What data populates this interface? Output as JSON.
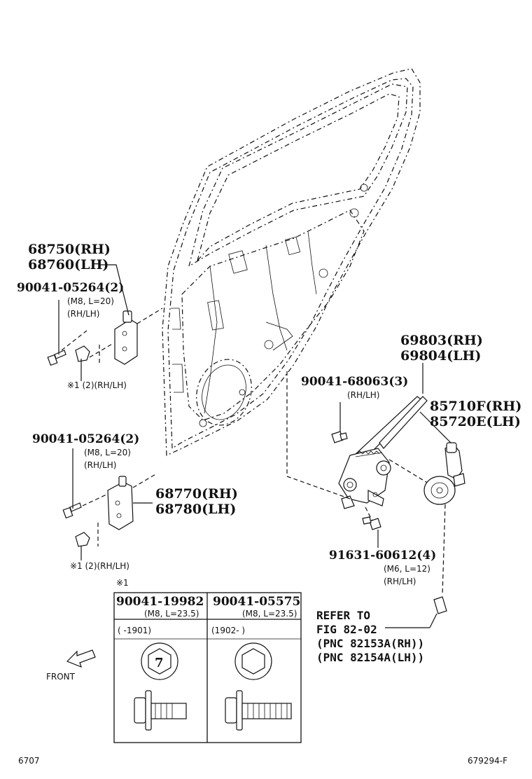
{
  "labels": {
    "hinge_upper_rh": "68750(RH)",
    "hinge_upper_lh": "68760(LH)",
    "bolt_upper": "90041-05264(2)",
    "bolt_upper_spec": "(M8, L=20)",
    "bolt_upper_side": "(RH/LH)",
    "note_upper": "※1 (2)(RH/LH)",
    "bolt_lower": "90041-05264(2)",
    "bolt_lower_spec": "(M8, L=20)",
    "bolt_lower_side": "(RH/LH)",
    "hinge_lower_rh": "68770(RH)",
    "hinge_lower_lh": "68780(LH)",
    "note_lower": "※1 (2)(RH/LH)",
    "regulator_rh": "69803(RH)",
    "regulator_lh": "69804(LH)",
    "bolt_reg": "90041-68063(3)",
    "bolt_reg_side": "(RH/LH)",
    "motor_rh": "85710F(RH)",
    "motor_lh": "85720E(LH)",
    "bolt_motor": "91631-60612(4)",
    "bolt_motor_spec": "(M6, L=12)",
    "bolt_motor_side": "(RH/LH)",
    "refer_line1": "REFER TO",
    "refer_line2": "FIG 82-02",
    "refer_line3": "(PNC 82153A(RH))",
    "refer_line4": "(PNC 82154A(LH))",
    "front": "FRONT",
    "footer_left": "6707",
    "footer_right": "679294-F"
  },
  "table": {
    "title_mark": "※1",
    "col1_part": "90041-19982",
    "col1_spec": "(M8, L=23.5)",
    "col1_date": "(        -1901)",
    "col1_hex_mark": "7",
    "col2_part": "90041-05575",
    "col2_spec": "(M8, L=23.5)",
    "col2_date": "(1902-         )"
  }
}
